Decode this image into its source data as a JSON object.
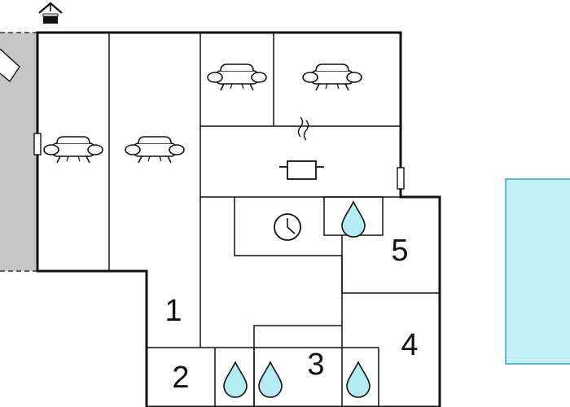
{
  "floorplan": {
    "colors": {
      "wall": "#111111",
      "terrace": "#c6c6c6",
      "pool_fill": "#bff1f7",
      "pool_stroke": "#33a7b8",
      "drop_fill": "#b3ecf3"
    },
    "room_numbers": [
      "1",
      "2",
      "3",
      "4",
      "5"
    ],
    "icons": {
      "entrance": "house-entrance-icon",
      "sofa": "sofa-icon",
      "kitchen": "cooking-pot-icon",
      "clock": "clock-icon",
      "water": "water-drop-icon",
      "window": "window-icon"
    }
  }
}
